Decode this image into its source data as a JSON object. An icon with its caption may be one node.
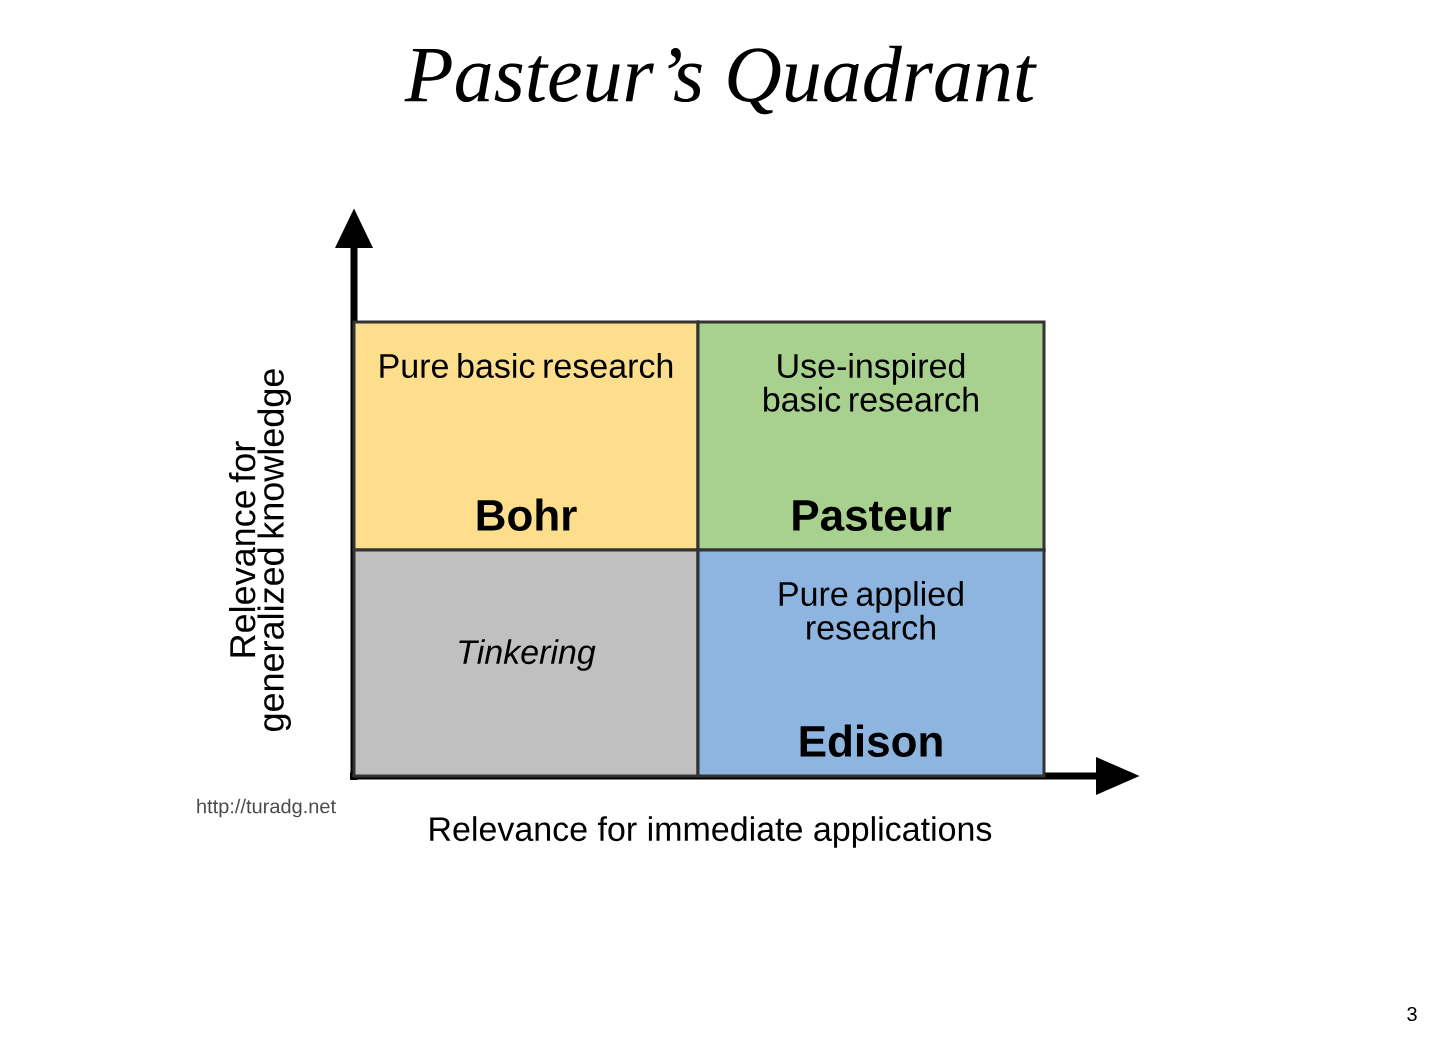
{
  "diagram": {
    "title": "Pasteur’s Quadrant",
    "nodes": [
      {
        "text": [
          "Pure basic research",
          "Bohr"
        ]
      },
      {
        "text": [
          "Use-inspired basic research",
          "Pasteur"
        ]
      },
      {
        "text": [
          "Tinkering"
        ]
      },
      {
        "text": [
          "Pure applied research",
          "Edison"
        ]
      }
    ],
    "labels": [
      "Relevance for generalized knowledge",
      "http://turadg.net",
      "Relevance for immediate applications",
      "3"
    ]
  }
}
